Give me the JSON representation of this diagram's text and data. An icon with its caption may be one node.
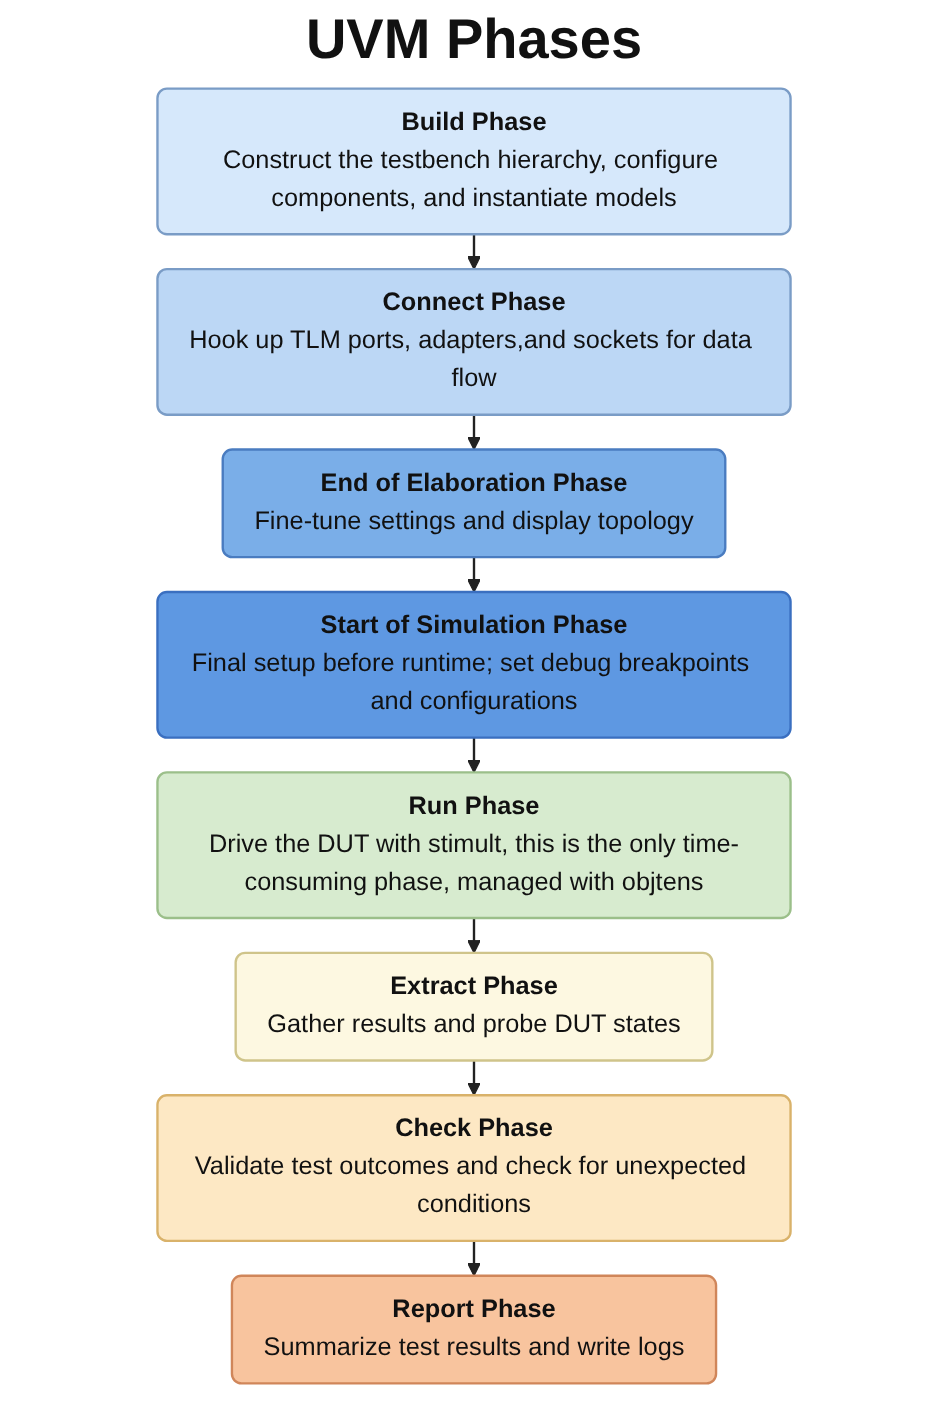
{
  "diagram": {
    "title": "UVM Phases",
    "nodes": [
      {
        "text": [
          "Build Phase",
          "Construct the testbench hierarchy, configure components, and instantiate models"
        ]
      },
      {
        "text": [
          "Connect Phase",
          "Hook up TLM ports, adapters,and sockets for data flow"
        ]
      },
      {
        "text": [
          "End of Elaboration Phase",
          "Fine-tune settings and display topology"
        ]
      },
      {
        "text": [
          "Start of Simulation Phase",
          "Final setup before runtime; set debug breakpoints and configurations"
        ]
      },
      {
        "text": [
          "Run Phase",
          "Drive the DUT with stimult, this is the only time-consuming phase, managed with objtens"
        ]
      },
      {
        "text": [
          "Extract Phase",
          "Gather results and probe DUT states"
        ]
      },
      {
        "text": [
          "Check Phase",
          "Validate test outcomes and check for unexpected conditions"
        ]
      },
      {
        "text": [
          "Report Phase",
          "Summarize test results and write logs"
        ]
      }
    ],
    "edges": [
      {
        "from": 0,
        "to": 1,
        "arrow": "to"
      },
      {
        "from": 1,
        "to": 2,
        "arrow": "to"
      },
      {
        "from": 2,
        "to": 3,
        "arrow": "to"
      },
      {
        "from": 3,
        "to": 4,
        "arrow": "to"
      },
      {
        "from": 4,
        "to": 5,
        "arrow": "to"
      },
      {
        "from": 5,
        "to": 6,
        "arrow": "to"
      },
      {
        "from": 6,
        "to": 7,
        "arrow": "to"
      }
    ]
  }
}
